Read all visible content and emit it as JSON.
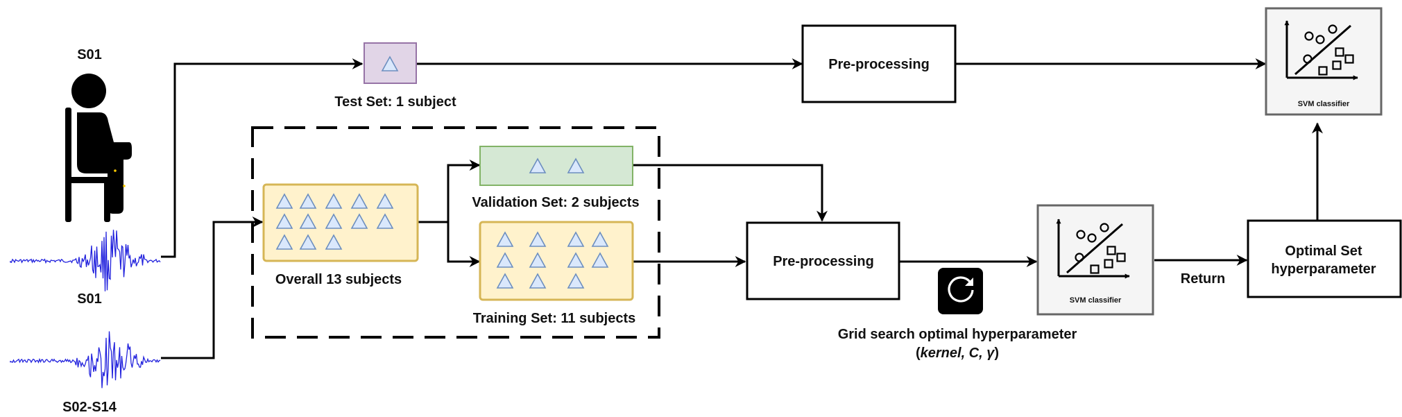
{
  "labels": {
    "s01_top": "S01",
    "s01_bottom": "S01",
    "s02_s14": "S02-S14",
    "test_set": "Test Set: 1 subject",
    "validation_set": "Validation Set: 2 subjects",
    "training_set": "Training Set: 11 subjects",
    "overall": "Overall 13 subjects",
    "preprocessing_top": "Pre-processing",
    "preprocessing_mid": "Pre-processing",
    "svm_top": "SVM classifier",
    "svm_mid": "SVM classifier",
    "return": "Return",
    "optimal_line1": "Optimal Set",
    "optimal_line2": "hyperparameter",
    "grid_search_line1": "Grid search optimal hyperparameter",
    "grid_search_open": "(",
    "grid_search_params": "kernel, C, γ",
    "grid_search_close": ")"
  },
  "colors": {
    "test_fill": "#e1d5e7",
    "test_stroke": "#9673a6",
    "validation_fill": "#d5e8d4",
    "validation_stroke": "#82b366",
    "training_fill": "#fff2cc",
    "training_stroke": "#d6b656",
    "triangle_fill": "#dae8fc",
    "triangle_stroke": "#6c8ebf",
    "svm_fill": "#f5f5f5",
    "svm_stroke": "#666666",
    "signal": "#2222dd"
  },
  "icons": [
    "person-sitting-icon",
    "eeg-signal-icon",
    "refresh-icon",
    "scatter-plot-icon",
    "triangle-icon"
  ],
  "counts": {
    "test_triangles": 1,
    "validation_triangles": 2,
    "training_triangles": 11,
    "overall_triangles": 13
  }
}
